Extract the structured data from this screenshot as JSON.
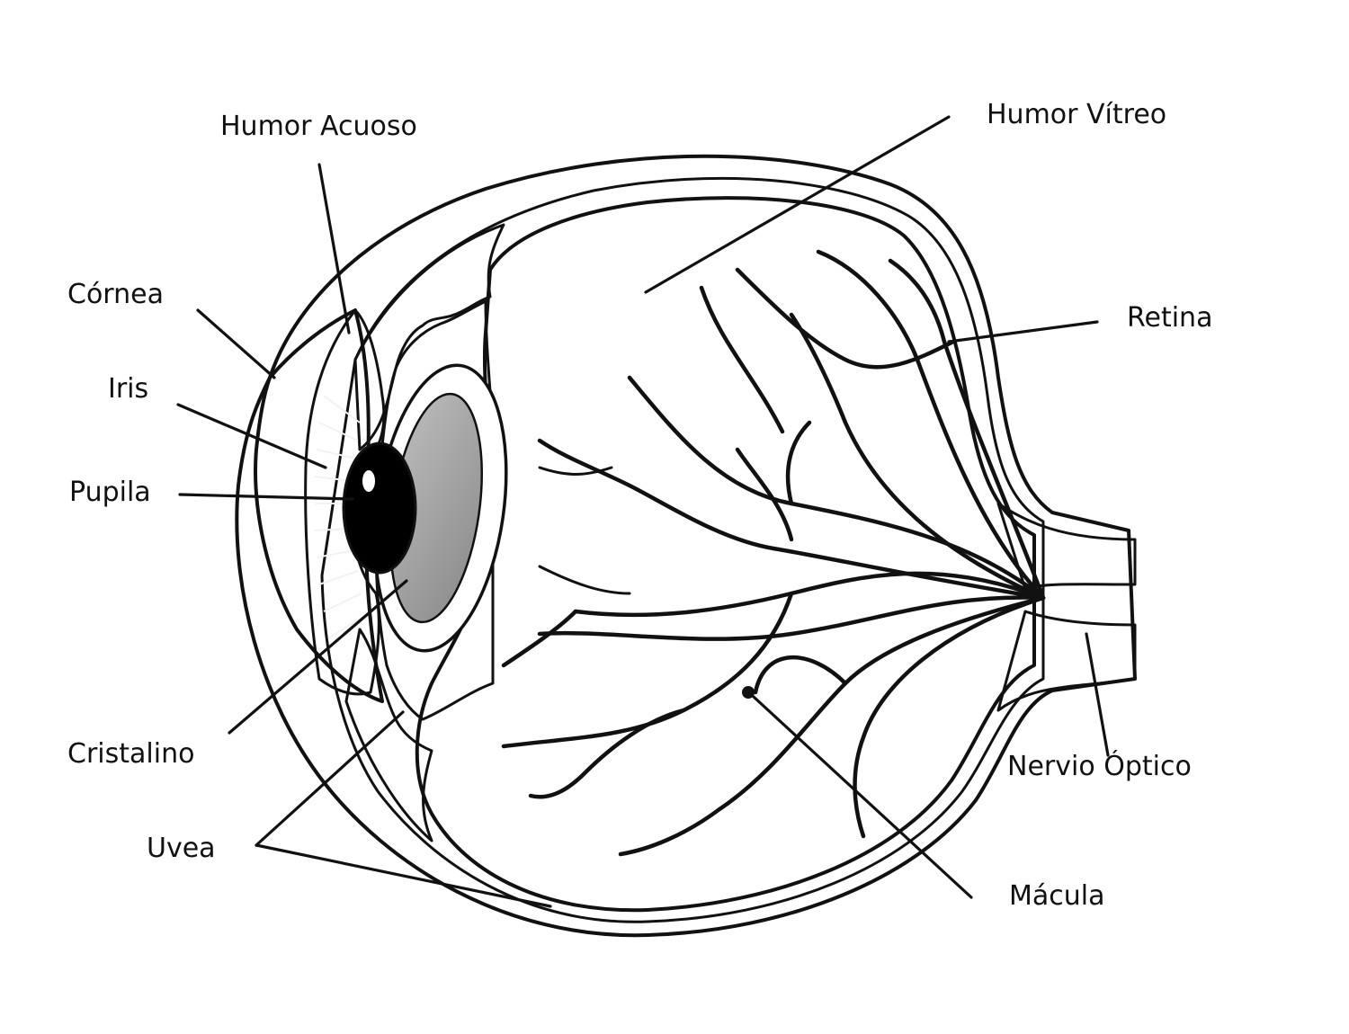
{
  "diagram": {
    "labels": {
      "humor_acuoso": "Humor Acuoso",
      "humor_vitreo": "Humor Vítreo",
      "cornea": "Córnea",
      "iris": "Iris",
      "pupila": "Pupila",
      "retina": "Retina",
      "cristalino": "Cristalino",
      "uvea": "Uvea",
      "nervio_optico": "Nervio Óptico",
      "macula": "Mácula"
    },
    "colors": {
      "sclera": "#cfcfcf",
      "vitreous": "#c4c4c4",
      "uvea_dark": "#3a3a3a",
      "nerve": "#555555",
      "lens": "#9a9a9a",
      "pupil": "#000000",
      "ink": "#111111"
    }
  }
}
